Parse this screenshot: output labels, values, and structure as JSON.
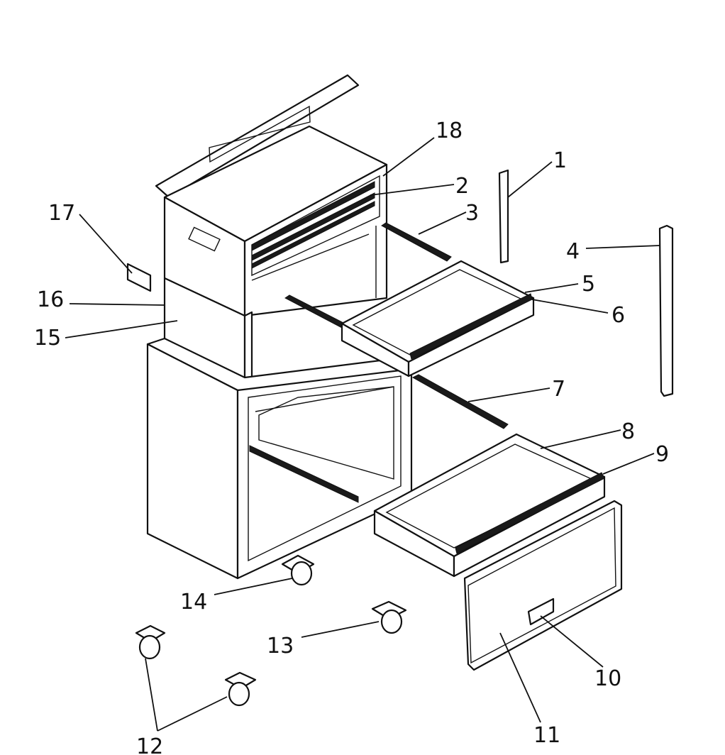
{
  "callouts": {
    "c1": "1",
    "c2": "2",
    "c3": "3",
    "c4": "4",
    "c5": "5",
    "c6": "6",
    "c7": "7",
    "c8": "8",
    "c9": "9",
    "c10": "10",
    "c11": "11",
    "c12": "12",
    "c13": "13",
    "c14": "14",
    "c15": "15",
    "c16": "16",
    "c17": "17",
    "c18": "18"
  },
  "colors": {
    "line": "#111111",
    "background": "#ffffff"
  }
}
